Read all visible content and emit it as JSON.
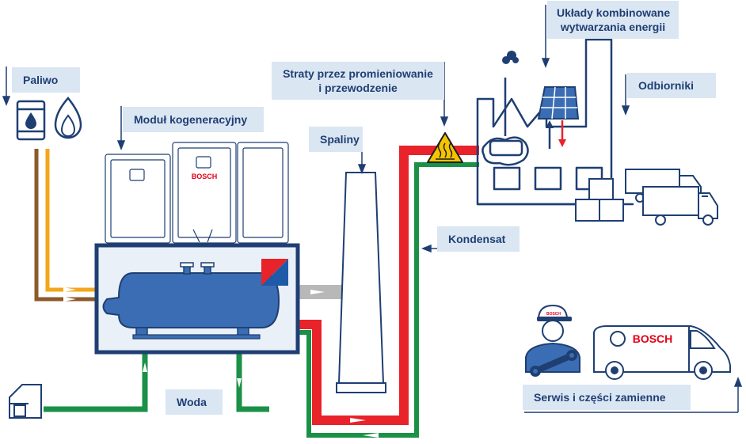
{
  "labels": {
    "fuel": "Paliwo",
    "chp_module": "Moduł kogeneracyjny",
    "losses_line1": "Straty przez promieniowanie",
    "losses_line2": "i przewodzenie",
    "cogeneration_line1": "Układy kombinowane",
    "cogeneration_line2": "wytwarzania energii",
    "consumers": "Odbiorniki",
    "flue_gas": "Spaliny",
    "condensate": "Kondensat",
    "water": "Woda",
    "service": "Serwis i części zamienne"
  },
  "brand": {
    "module_logo": "BOSCH",
    "van_logo": "BOSCH",
    "cap_logo": "BOSCH"
  },
  "colors": {
    "dark_blue": "#1f3f73",
    "boiler_blue": "#3a6db3",
    "label_bg": "#dbe6f3",
    "hot_red": "#e8232a",
    "cold_green": "#1a9146",
    "fuel_orange": "#f2a71b",
    "fuel_brown": "#8b5a2b",
    "flue_grey": "#b8b8b8",
    "warning_yellow": "#f5c400",
    "bosch_red": "#e2001a"
  }
}
